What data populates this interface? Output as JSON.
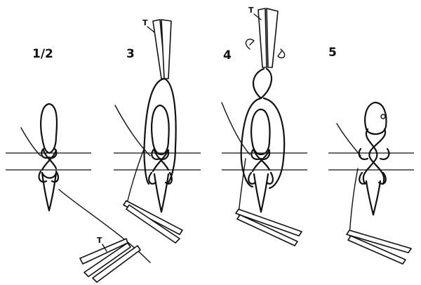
{
  "steps": [
    {
      "label": "1/2"
    },
    {
      "label": "3"
    },
    {
      "label": "4"
    },
    {
      "label": "5"
    }
  ],
  "tool_label": "T"
}
